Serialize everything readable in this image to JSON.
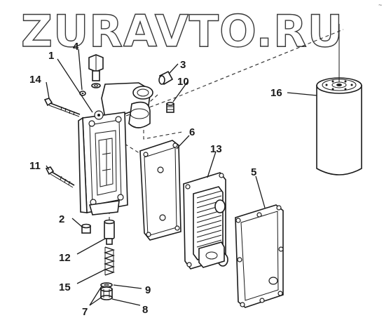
{
  "watermark": {
    "text": "ZURAVTO.RU",
    "corner_mark": "~"
  },
  "colors": {
    "ink": "#1a1a1a",
    "background": "#ffffff",
    "watermark_outline": "#3a3a3a"
  },
  "callouts": [
    {
      "id": "c1",
      "label": "1"
    },
    {
      "id": "c2",
      "label": "2"
    },
    {
      "id": "c3",
      "label": "3"
    },
    {
      "id": "c4",
      "label": "4"
    },
    {
      "id": "c5",
      "label": "5"
    },
    {
      "id": "c6",
      "label": "6"
    },
    {
      "id": "c7",
      "label": "7"
    },
    {
      "id": "c8",
      "label": "8"
    },
    {
      "id": "c9",
      "label": "9"
    },
    {
      "id": "c10",
      "label": "10"
    },
    {
      "id": "c11",
      "label": "11"
    },
    {
      "id": "c12",
      "label": "12"
    },
    {
      "id": "c13",
      "label": "13"
    },
    {
      "id": "c14",
      "label": "14"
    },
    {
      "id": "c15",
      "label": "15"
    },
    {
      "id": "c16",
      "label": "16"
    }
  ]
}
